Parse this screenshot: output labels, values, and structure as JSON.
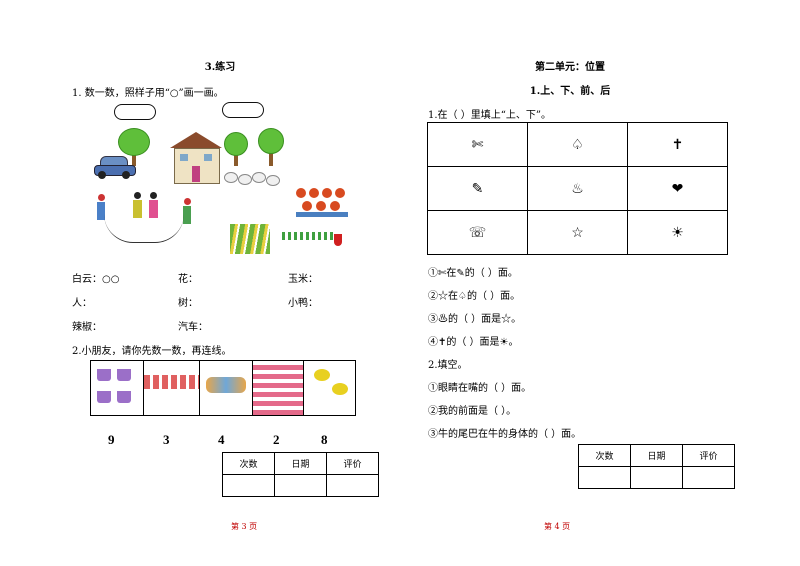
{
  "left": {
    "title": "3.练习",
    "q1": "1. 数一数，照样子用“○”画一画。",
    "answers": [
      {
        "label": "白云：",
        "value": "○○"
      },
      {
        "label": "花：",
        "value": ""
      },
      {
        "label": "玉米：",
        "value": ""
      },
      {
        "label": "人：",
        "value": ""
      },
      {
        "label": "树：",
        "value": ""
      },
      {
        "label": "小鸭：",
        "value": ""
      },
      {
        "label": "辣椒：",
        "value": ""
      },
      {
        "label": "汽车：",
        "value": ""
      }
    ],
    "q2": "2.小朋友，请你先数一数，再连线。",
    "numbers": [
      "9",
      "3",
      "4",
      "2",
      "8"
    ],
    "eval_headers": [
      "次数",
      "日期",
      "评价"
    ],
    "page": "第 3 页"
  },
  "right": {
    "unit_title": "第二单元：位置",
    "lesson_title": "1.上、下、前、后",
    "q1": "1.在（    ）里填上“上、下”。",
    "symbols": [
      {
        "glyph": "✄",
        "icon": "scissors-icon"
      },
      {
        "glyph": "♤",
        "icon": "spade-icon"
      },
      {
        "glyph": "✝",
        "icon": "cross-icon"
      },
      {
        "glyph": "✎",
        "icon": "pencil-icon"
      },
      {
        "glyph": "♨",
        "icon": "hot-springs-icon"
      },
      {
        "glyph": "❤",
        "icon": "heart-icon"
      },
      {
        "glyph": "☏",
        "icon": "telephone-icon"
      },
      {
        "glyph": "☆",
        "icon": "star-icon"
      },
      {
        "glyph": "☀",
        "icon": "sun-icon"
      }
    ],
    "q1_items": [
      "①✄在✎的（        ）面。",
      "②☆在♤的（        ）面。",
      "③♨的（        ）面是☆。",
      "④✝的（        ）面是☀。"
    ],
    "q2": "2.填空。",
    "q2_items": [
      "①眼睛在嘴的（        ）面。",
      "②我的前面是（                ）。",
      "③牛的尾巴在牛的身体的（        ）面。"
    ],
    "eval_headers": [
      "次数",
      "日期",
      "评价"
    ],
    "page": "第 4 页"
  }
}
